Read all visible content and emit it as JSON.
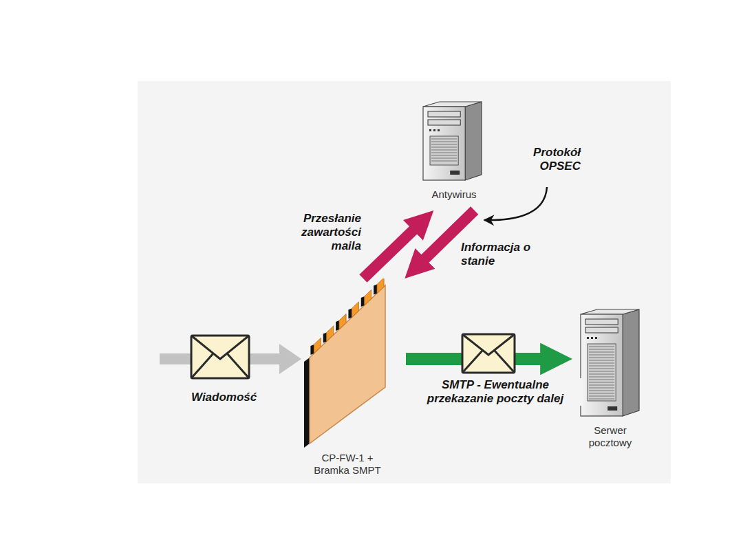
{
  "diagram": {
    "nodes": [
      {
        "text": [
          "Antywirus"
        ]
      },
      {
        "text": [
          "CP-FW-1 + Bramka SMPT"
        ]
      },
      {
        "text": [
          "Serwer pocztowy"
        ]
      }
    ],
    "edges": [
      {
        "from": 1,
        "to": 0,
        "label": "Przesłanie zawartości maila",
        "arrow": "to"
      },
      {
        "from": 0,
        "to": 1,
        "label": "Informacja o stanie",
        "arrow": "to"
      },
      {
        "from": 1,
        "to": 2,
        "label": "SMTP - Ewentualne przekazanie poczty dalej",
        "arrow": "to"
      }
    ],
    "labels": [
      "Wiadomość",
      "Protokół OPSEC"
    ]
  }
}
